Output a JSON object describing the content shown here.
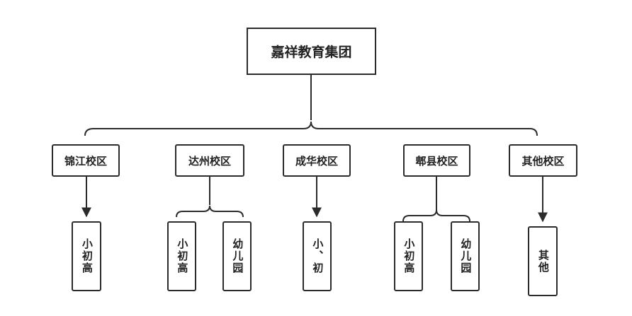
{
  "root": {
    "label": "嘉祥教育集团"
  },
  "campuses": [
    {
      "label": "锦江校区",
      "schools": [
        "小初高"
      ]
    },
    {
      "label": "达州校区",
      "schools": [
        "小初高",
        "幼儿园"
      ]
    },
    {
      "label": "成华校区",
      "schools": [
        "小、初"
      ]
    },
    {
      "label": "郫县校区",
      "schools": [
        "小初高",
        "幼儿园"
      ]
    },
    {
      "label": "其他校区",
      "schools": [
        "其他"
      ]
    }
  ]
}
